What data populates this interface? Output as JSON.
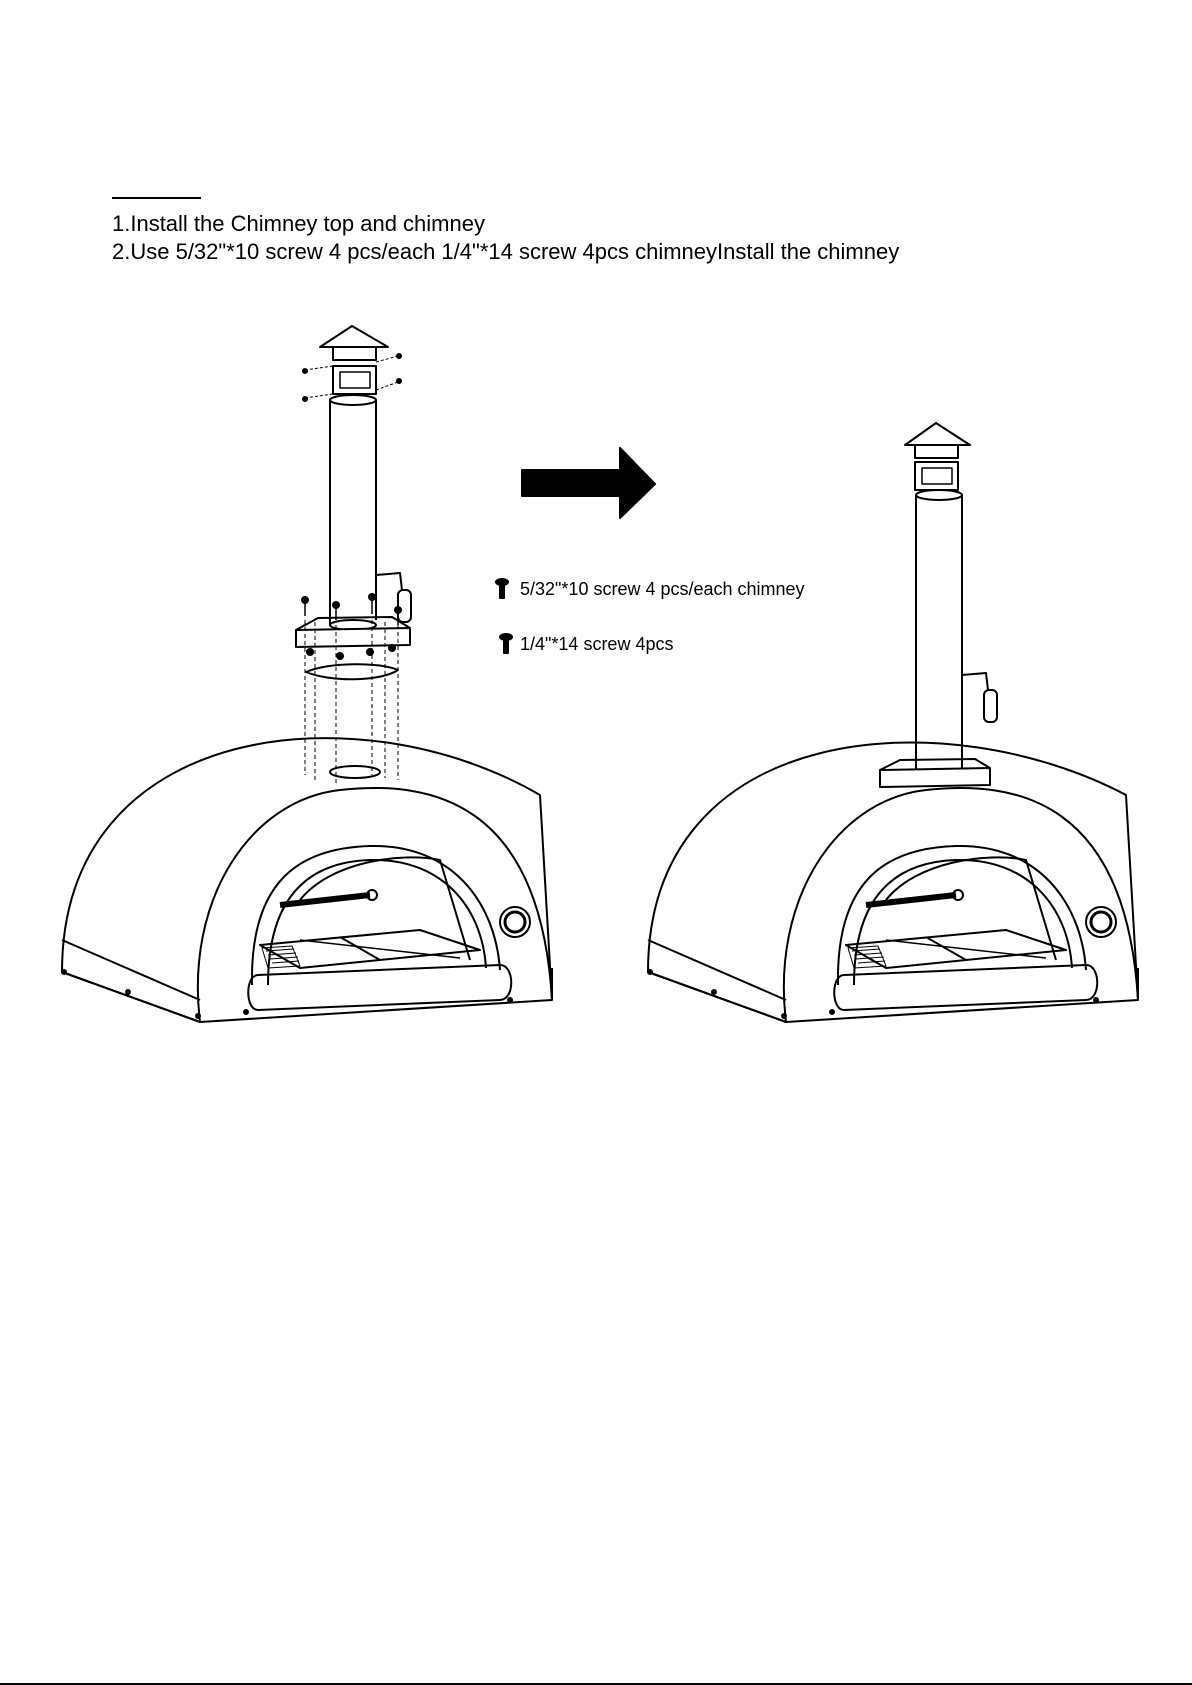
{
  "instructions": {
    "step1": "1.Install the Chimney top and chimney",
    "step2": "2.Use 5/32\"*10 screw  4 pcs/each 1/4\"*14 screw 4pcs chimneyInstall the chimney"
  },
  "legend": {
    "screw_small": "5/32\"*10 screw  4 pcs/each chimney",
    "screw_large": "1/4\"*14 screw 4pcs"
  },
  "icons": {
    "arrow": "arrow-right-icon",
    "screw": "screw-icon"
  },
  "colors": {
    "ink": "#000000",
    "paper": "#ffffff"
  }
}
